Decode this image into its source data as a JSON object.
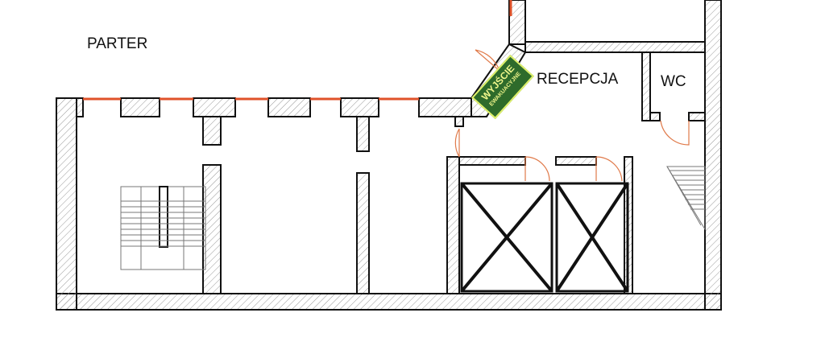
{
  "floor_label": "PARTER",
  "rooms": {
    "reception": "RECEPCJA",
    "wc": "WC"
  },
  "exit_sign": {
    "line1": "WYJŚCIE",
    "line2": "EWAKUACYJNE",
    "color": "#2e6b2b"
  },
  "colors": {
    "wall_line": "#111111",
    "window": "#e0522a",
    "door_arc": "#e07a4a"
  }
}
